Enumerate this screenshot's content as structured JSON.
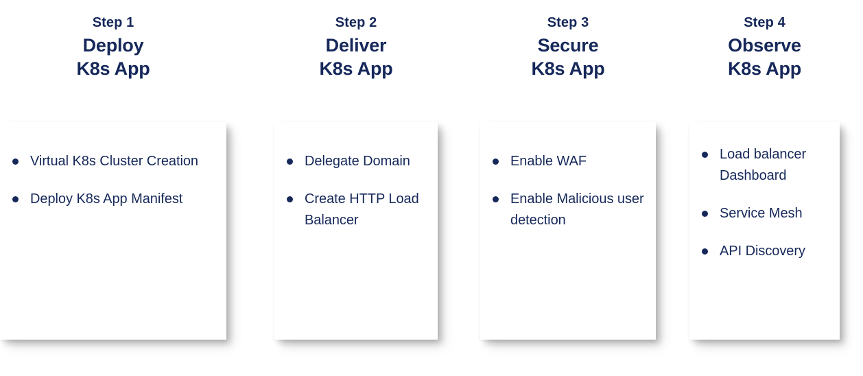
{
  "theme": {
    "background": "#ffffff",
    "card_background": "#ffffff",
    "text_navy": "#16285a",
    "bullet_navy": "#16285a"
  },
  "columns": [
    {
      "step_label": "Step 1",
      "title": "Deploy",
      "subtitle": "K8s App",
      "bullets": [
        "Virtual K8s Cluster Creation",
        "Deploy K8s App Manifest"
      ]
    },
    {
      "step_label": "Step 2",
      "title": "Deliver",
      "subtitle": "K8s App",
      "bullets": [
        "Delegate Domain",
        "Create HTTP Load Balancer"
      ]
    },
    {
      "step_label": "Step 3",
      "title": "Secure",
      "subtitle": "K8s App",
      "bullets": [
        "Enable WAF",
        "Enable Malicious user detection"
      ]
    },
    {
      "step_label": "Step 4",
      "title": "Observe",
      "subtitle": "K8s App",
      "bullets": [
        "Load balancer Dashboard",
        "Service Mesh",
        "API Discovery"
      ]
    }
  ]
}
